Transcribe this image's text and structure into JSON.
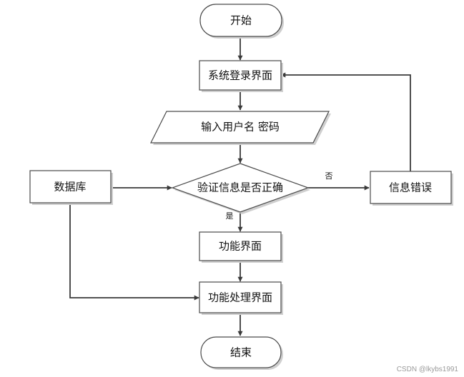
{
  "flowchart": {
    "start": "开始",
    "login_screen": "系统登录界面",
    "input_credentials": "输入用户名 密码",
    "verify": "验证信息是否正确",
    "database": "数据库",
    "error": "信息错误",
    "function_screen": "功能界面",
    "function_processing": "功能处理界面",
    "end": "结束"
  },
  "edge_labels": {
    "no": "否",
    "yes": "是"
  },
  "watermark": "CSDN @lkybs1991"
}
